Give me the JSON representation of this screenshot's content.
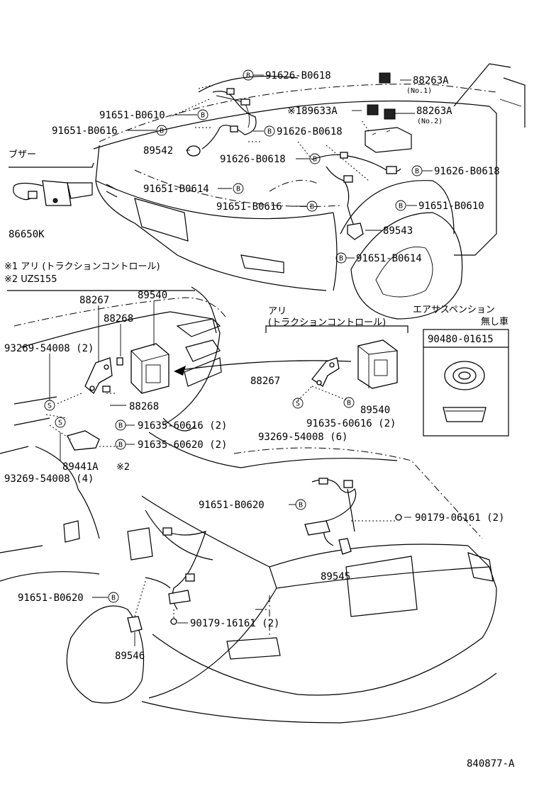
{
  "labels": {
    "p91626a": "91626-B0618",
    "p88263a1": "88263A",
    "no1": "(No.1)",
    "p189633": "※189633A",
    "p88263a2": "88263A",
    "no2": "(No.2)",
    "p91651_0610a": "91651-B0610",
    "p91651_0616a": "91651-B0616",
    "p91626b": "91626-B0618",
    "p89542": "89542",
    "p91626c": "91626-B0618",
    "p91626d": "91626-B0618",
    "buzzer": "ブザー",
    "p91651_0614a": "91651-B0614",
    "p91651_0616b": "91651-B0616",
    "p91651_0610b": "91651-B0610",
    "p86650k": "86650K",
    "p89543": "89543",
    "p91651_0614b": "91651-B0614",
    "note1": "※1 アリ (トラクションコントロール)",
    "note2": "※2 UZS155",
    "p88267a": "88267",
    "p89540a": "89540",
    "p88268a": "88268",
    "ari": "アリ",
    "traction": "(トラクションコントロール)",
    "airsusp": "エアサスペンション",
    "nashi": "無し車",
    "p90480": "90480-01615",
    "p93269a": "93269-54008 (2)",
    "p88268b": "88268",
    "p88267b": "88267",
    "p89540b": "89540",
    "p91635_0616a": "91635-60616 (2)",
    "p91635_0616b": "91635-60616 (2)",
    "p91635_0620": "91635-60620 (2)",
    "p93269b": "93269-54008 (6)",
    "p89441a": "89441A",
    "note2ref": "※2",
    "p93269c": "93269-54008 (4)",
    "p91651_0620a": "91651-B0620",
    "p90179_06161": "90179-06161 (2)",
    "p89545": "89545",
    "p91651_0620b": "91651-B0620",
    "p90179_16161": "90179-16161 (2)",
    "p89546": "89546",
    "code": "840877-A"
  },
  "markers": {
    "b": "B",
    "s": "S"
  }
}
